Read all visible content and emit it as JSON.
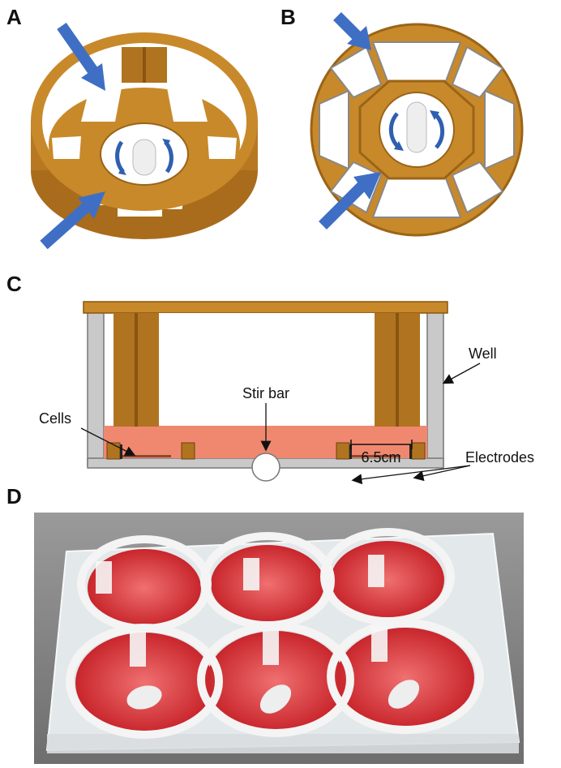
{
  "panels": {
    "a": "A",
    "b": "B",
    "c": "C",
    "d": "D"
  },
  "diagram_c": {
    "labels": {
      "well": "Well",
      "stir_bar": "Stir bar",
      "cells": "Cells",
      "electrodes": "Electrodes",
      "spacing": "6.5cm"
    }
  },
  "colors": {
    "insert": "#c8892a",
    "insert_shadow": "#9a6418",
    "arrow": "#3f6fc4",
    "well_wall": "#c9c9c9",
    "medium": "#f08870",
    "medium_red": "#d9363a",
    "plate_clear": "#e8eef0",
    "background_photo": "#8c8c8c"
  }
}
